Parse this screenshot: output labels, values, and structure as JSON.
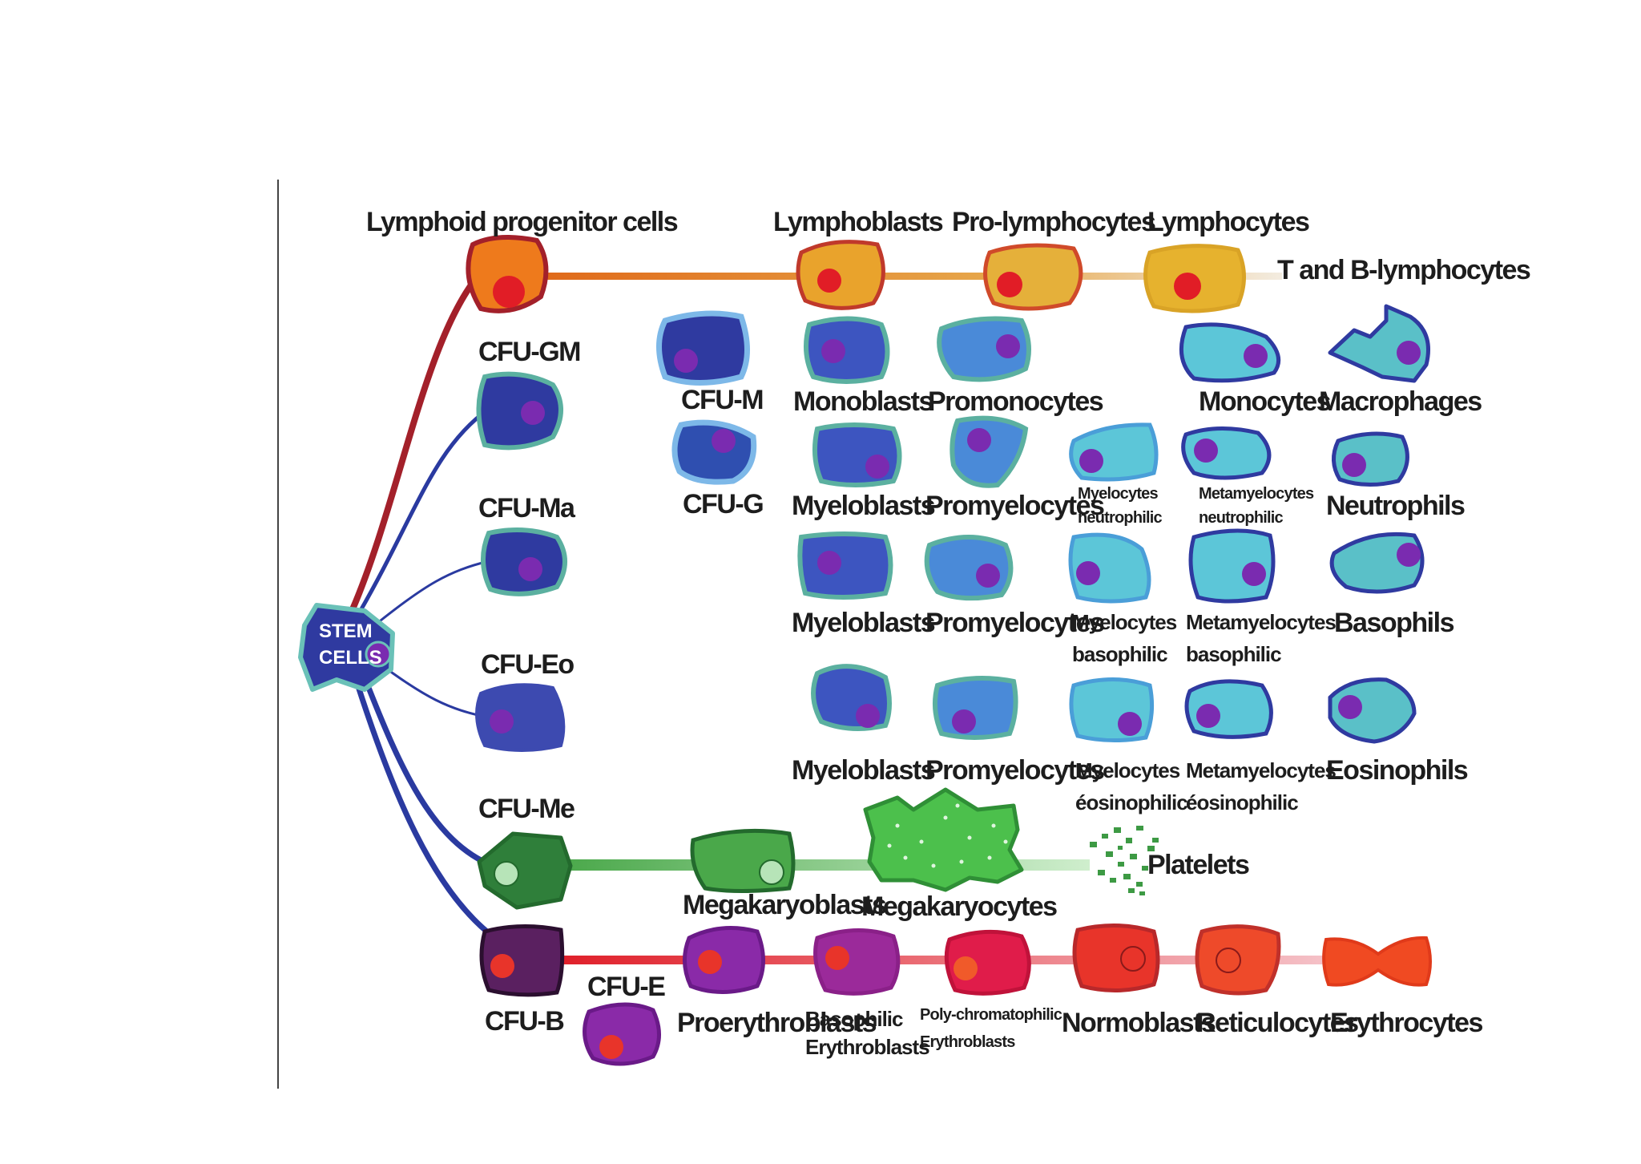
{
  "diagram": {
    "stem": {
      "line1": "STEM",
      "line2": "CELLS"
    },
    "progenitors": {
      "lymphoid": "Lymphoid progenitor cells",
      "cfu_gm": "CFU-GM",
      "cfu_m": "CFU-M",
      "cfu_g": "CFU-G",
      "cfu_ma": "CFU-Ma",
      "cfu_eo": "CFU-Eo",
      "cfu_me": "CFU-Me",
      "cfu_b": "CFU-B",
      "cfu_e": "CFU-E"
    },
    "lymphoid": {
      "lymphoblasts": "Lymphoblasts",
      "prolymphocytes": "Pro-lymphocytes",
      "lymphocytes": "Lymphocytes",
      "end": "T and B-lymphocytes"
    },
    "monocyte_line": {
      "monoblasts": "Monoblasts",
      "promonocytes": "Promonocytes",
      "monocytes": "Monocytes",
      "macrophages": "Macrophages"
    },
    "neutrophil_line": {
      "myeloblasts": "Myeloblasts",
      "promyelocytes": "Promyelocytes",
      "myelocytes_l1": "Myelocytes",
      "myelocytes_l2": "neutrophilic",
      "metamyelocytes_l1": "Metamyelocytes",
      "metamyelocytes_l2": "neutrophilic",
      "neutrophils": "Neutrophils"
    },
    "basophil_line": {
      "myeloblasts": "Myeloblasts",
      "promyelocytes": "Promyelocytes",
      "myelocytes_l1": "Myelocytes",
      "myelocytes_l2": "basophilic",
      "metamyelocytes_l1": "Metamyelocytes",
      "metamyelocytes_l2": "basophilic",
      "basophils": "Basophils"
    },
    "eosinophil_line": {
      "myeloblasts": "Myeloblasts",
      "promyelocytes": "Promyelocytes",
      "myelocytes_l1": "Myelocytes",
      "myelocytes_l2": "éosinophilic",
      "metamyelocytes_l1": "Metamyelocytes",
      "metamyelocytes_l2": "éosinophilic",
      "eosinophils": "Eosinophils"
    },
    "megakaryocyte_line": {
      "megakaryoblasts": "Megakaryoblasts",
      "megakaryocytes": "Megakaryocytes",
      "platelets": "Platelets"
    },
    "erythrocyte_line": {
      "proerythroblasts": "Proerythroblasts",
      "basophilic_l1": "Basophilic",
      "basophilic_l2": "Erythroblasts",
      "polychromatophilic_l1": "Poly-chromatophilic",
      "polychromatophilic_l2": "Erythroblasts",
      "normoblasts": "Normoblasts",
      "reticulocytes": "Reticulocytes",
      "erythrocytes": "Erythrocytes"
    }
  }
}
